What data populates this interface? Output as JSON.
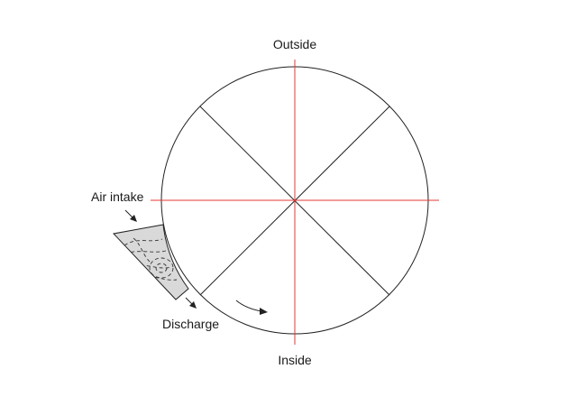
{
  "labels": {
    "top": "Outside",
    "bottom": "Inside",
    "left_upper": "Air intake",
    "left_lower": "Discharge"
  },
  "colors": {
    "axis": "#e53935",
    "outline": "#222222",
    "duct_fill": "#d9d9d9"
  },
  "icons": {
    "intake_arrow": "arrow-down-right",
    "discharge_arrow": "arrow-down-right",
    "rotation_arrow": "curved-arrow-right"
  }
}
